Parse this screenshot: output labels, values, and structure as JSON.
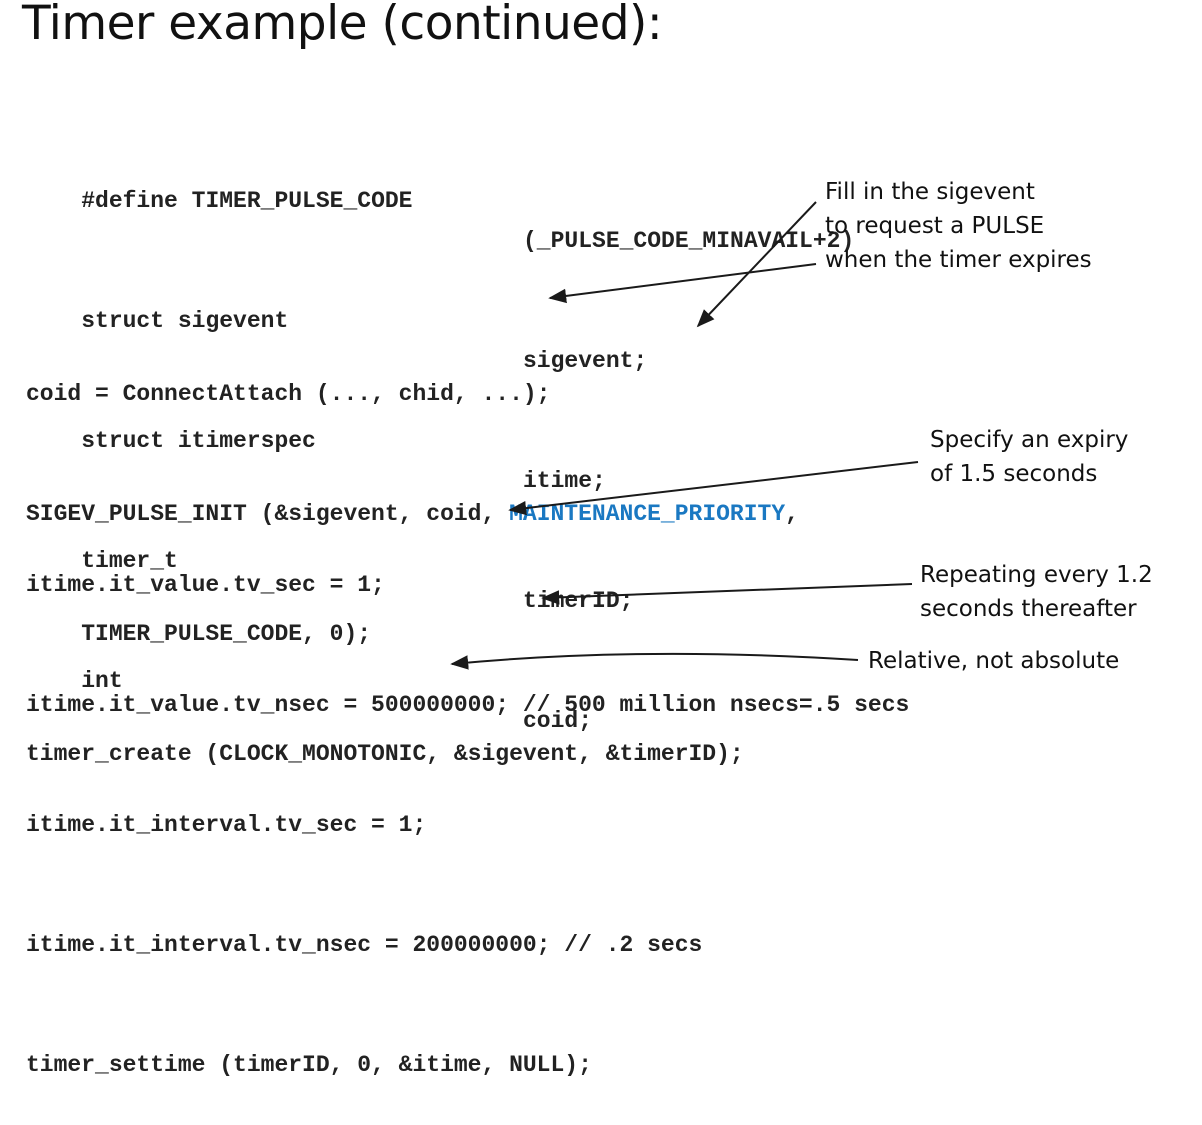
{
  "title": "Timer example (continued):",
  "declarations": [
    {
      "left": "#define TIMER_PULSE_CODE",
      "right": "(_PULSE_CODE_MINAVAIL+2)"
    },
    {
      "left": "struct sigevent",
      "right": "sigevent;"
    },
    {
      "left": "struct itimerspec",
      "right": "itime;"
    },
    {
      "left": "timer_t",
      "right": "timerID;"
    },
    {
      "left": "int",
      "right": "coid;"
    }
  ],
  "code": {
    "connect": "coid = ConnectAttach (..., chid, ...);",
    "pulse_prefix": "SIGEV_PULSE_INIT (&sigevent, coid, ",
    "pulse_highlight": "MAINTENANCE_PRIORITY",
    "pulse_suffix": ",",
    "pulse_cont": "    TIMER_PULSE_CODE, 0);",
    "timer_create": "timer_create (CLOCK_MONOTONIC, &sigevent, &timerID);",
    "value_sec": "itime.it_value.tv_sec = 1;",
    "value_nsec": "itime.it_value.tv_nsec = 500000000; // 500 million nsecs=.5 secs",
    "interval_sec": "itime.it_interval.tv_sec = 1;",
    "interval_nsec": "itime.it_interval.tv_nsec = 200000000; // .2 secs",
    "settime": "timer_settime (timerID, 0, &itime, NULL);"
  },
  "notes": {
    "sigevent": [
      "Fill in the sigevent",
      "to request a PULSE",
      "when the timer expires"
    ],
    "expiry": [
      "Specify an expiry",
      "of 1.5 seconds"
    ],
    "repeat": [
      "Repeating every 1.2",
      "seconds thereafter"
    ],
    "relative": [
      "Relative, not absolute"
    ]
  },
  "colors": {
    "highlight": "#1a78c2",
    "text": "#222222"
  }
}
